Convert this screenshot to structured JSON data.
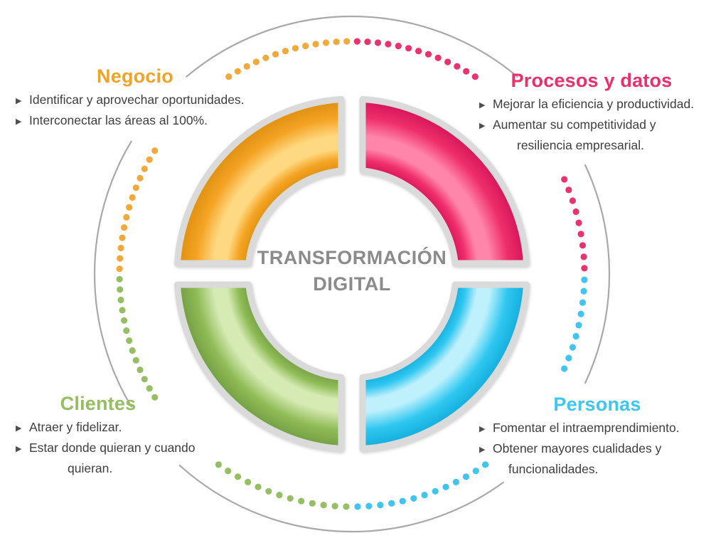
{
  "center": {
    "line1": "TRANSFORMACIÓN",
    "line2": "DIGITAL",
    "color": "#8B8B8B"
  },
  "icons": {
    "bullet_arrow": "▶"
  },
  "sections": {
    "negocio": {
      "title": "Negocio",
      "accent": "#EFA428",
      "bullets": [
        {
          "lines": [
            "Identificar y aprovechar oportunidades."
          ]
        },
        {
          "lines": [
            "Interconectar las áreas al 100%."
          ]
        }
      ]
    },
    "procesos": {
      "title": "Procesos y datos",
      "accent": "#EC2E6A",
      "bullets": [
        {
          "lines": [
            "Mejorar la eficiencia y productividad."
          ]
        },
        {
          "lines": [
            "Aumentar su competitividad y",
            "resiliencia empresarial."
          ]
        }
      ]
    },
    "clientes": {
      "title": "Clientes",
      "accent": "#95BE5F",
      "bullets": [
        {
          "lines": [
            "Atraer y fidelizar."
          ]
        },
        {
          "lines": [
            "Estar donde quieran y cuando",
            "quieran."
          ]
        }
      ]
    },
    "personas": {
      "title": "Personas",
      "accent": "#3FC6F0",
      "bullets": [
        {
          "lines": [
            "Fomentar el intraemprendimiento."
          ]
        },
        {
          "lines": [
            "Obtener mayores cualidades y",
            "funcionalidades."
          ]
        }
      ]
    }
  },
  "ring": {
    "outline_color": "#DADADA",
    "thin_arc_color": "#A9A9A9",
    "quadrants": {
      "negocio": {
        "base": "#F4A322",
        "highlight": "#FFD982",
        "edge": "#DD8E0E"
      },
      "procesos": {
        "base": "#EF2F6B",
        "highlight": "#FF85AB",
        "edge": "#D31057"
      },
      "clientes": {
        "base": "#8FBC56",
        "highlight": "#D6EAB4",
        "edge": "#6F9B41"
      },
      "personas": {
        "base": "#2FC7F0",
        "highlight": "#BFF1FC",
        "edge": "#0FAADB"
      }
    },
    "dot_colors": {
      "orange": "#F2A93B",
      "pink": "#E8336E",
      "green": "#96BF64",
      "blue": "#41C4EE"
    }
  }
}
